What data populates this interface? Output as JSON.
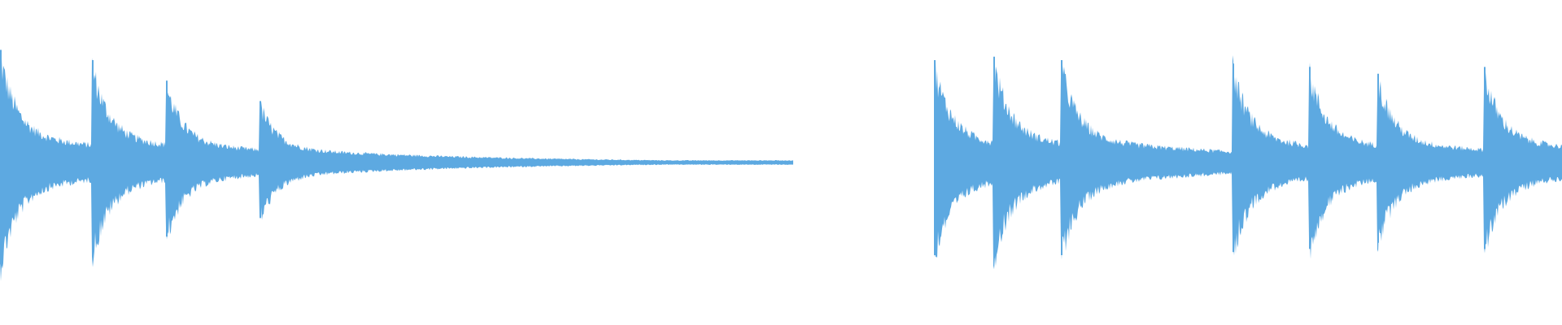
{
  "waveform": {
    "color": "#5DA9E1",
    "background": "#FFFFFF",
    "segments": [
      {
        "hits": [
          {
            "t": 0.0,
            "amp": 0.33
          },
          {
            "t": 0.059,
            "amp": 0.3
          },
          {
            "t": 0.106,
            "amp": 0.24
          },
          {
            "t": 0.166,
            "amp": 0.18
          }
        ],
        "end": 0.508,
        "tail_floor": 0.0065
      },
      {
        "hits": [
          {
            "t": 0.598,
            "amp": 0.3
          },
          {
            "t": 0.636,
            "amp": 0.31
          },
          {
            "t": 0.679,
            "amp": 0.3
          },
          {
            "t": 0.789,
            "amp": 0.29
          },
          {
            "t": 0.838,
            "amp": 0.28
          },
          {
            "t": 0.882,
            "amp": 0.26
          },
          {
            "t": 0.95,
            "amp": 0.28
          }
        ],
        "end": 1.0,
        "tail_floor": 0.016
      }
    ]
  }
}
